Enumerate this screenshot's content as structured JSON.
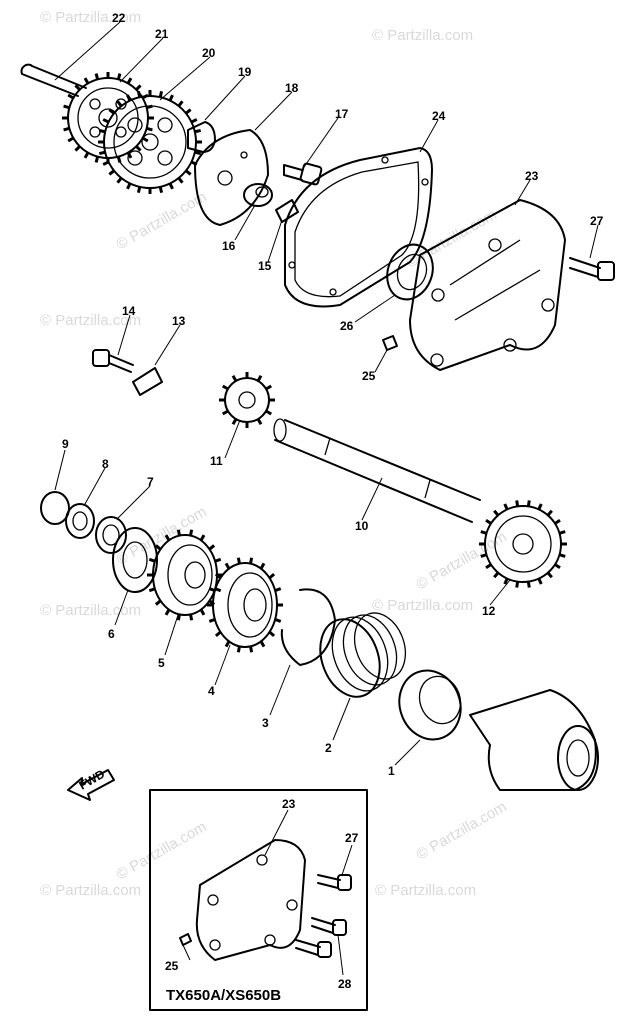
{
  "watermark": "© Partzilla.com",
  "arrow_label": "FWD",
  "inset_label": "TX650A/XS650B",
  "callouts": {
    "c1": "1",
    "c2": "2",
    "c3": "3",
    "c4": "4",
    "c5": "5",
    "c6": "6",
    "c7": "7",
    "c8": "8",
    "c9": "9",
    "c10": "10",
    "c11": "11",
    "c12": "12",
    "c13": "13",
    "c14": "14",
    "c15": "15",
    "c16": "16",
    "c17": "17",
    "c18": "18",
    "c19": "19",
    "c20": "20",
    "c21": "21",
    "c22": "22",
    "c23": "23",
    "c24": "24",
    "c25": "25",
    "c26": "26",
    "c27": "27",
    "i23": "23",
    "i27": "27",
    "i28": "28",
    "i25": "25"
  }
}
